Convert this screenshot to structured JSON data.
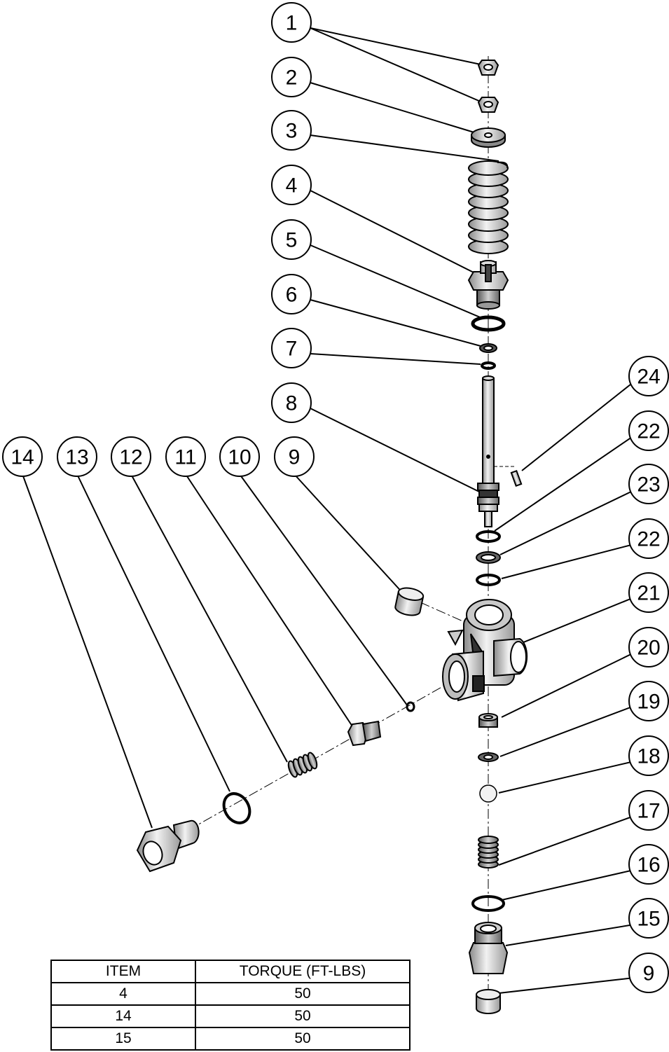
{
  "callouts": [
    {
      "n": "1"
    },
    {
      "n": "2"
    },
    {
      "n": "3"
    },
    {
      "n": "4"
    },
    {
      "n": "5"
    },
    {
      "n": "6"
    },
    {
      "n": "7"
    },
    {
      "n": "8"
    },
    {
      "n": "24"
    },
    {
      "n": "22"
    },
    {
      "n": "23"
    },
    {
      "n": "22"
    },
    {
      "n": "21"
    },
    {
      "n": "20"
    },
    {
      "n": "19"
    },
    {
      "n": "18"
    },
    {
      "n": "17"
    },
    {
      "n": "16"
    },
    {
      "n": "15"
    },
    {
      "n": "9"
    },
    {
      "n": "14"
    },
    {
      "n": "13"
    },
    {
      "n": "12"
    },
    {
      "n": "11"
    },
    {
      "n": "10"
    },
    {
      "n": "9"
    }
  ],
  "torque_table": {
    "headers": [
      "ITEM",
      "TORQUE (FT-LBS)"
    ],
    "rows": [
      [
        "4",
        "50"
      ],
      [
        "14",
        "50"
      ],
      [
        "15",
        "50"
      ]
    ]
  }
}
